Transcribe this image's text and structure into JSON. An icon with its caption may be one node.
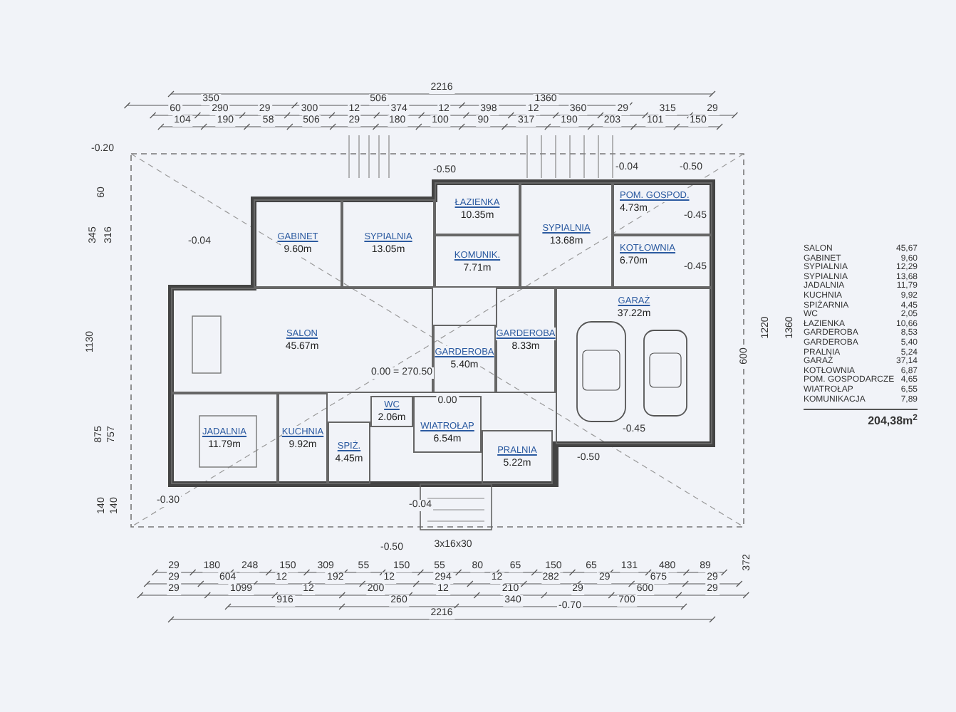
{
  "diagram": {
    "nodes": [
      {
        "text": [
          "GABINET",
          "9.60m"
        ]
      },
      {
        "text": [
          "SYPIALNIA",
          "13.05m"
        ]
      },
      {
        "text": [
          "ŁAZIENKA",
          "10.35m"
        ]
      },
      {
        "text": [
          "KOMUNIK.",
          "7.71m"
        ]
      },
      {
        "text": [
          "SYPIALNIA",
          "13.68m"
        ]
      },
      {
        "text": [
          "POM. GOSPOD.",
          "4.73m"
        ]
      },
      {
        "text": [
          "KOTŁOWNIA",
          "6.70m"
        ]
      },
      {
        "text": [
          "SALON",
          "45.67m"
        ]
      },
      {
        "text": [
          "GARDEROBA",
          "5.40m"
        ]
      },
      {
        "text": [
          "GARDEROBA",
          "8.33m"
        ]
      },
      {
        "text": [
          "GARAŻ",
          "37.22m"
        ]
      },
      {
        "text": [
          "JADALNIA",
          "11.79m"
        ]
      },
      {
        "text": [
          "KUCHNIA",
          "9.92m"
        ]
      },
      {
        "text": [
          "SPIŻ.",
          "4.45m"
        ]
      },
      {
        "text": [
          "WC",
          "2.06m"
        ]
      },
      {
        "text": [
          "WIATROŁAP",
          "6.54m"
        ]
      },
      {
        "text": [
          "PRALNIA",
          "5.22m"
        ]
      }
    ],
    "labels": [
      "2216",
      "350",
      "506",
      "1360",
      "60",
      "290",
      "29",
      "300",
      "12",
      "374",
      "12",
      "398",
      "12",
      "360",
      "29",
      "315",
      "29",
      "104",
      "190",
      "58",
      "506",
      "29",
      "180",
      "100",
      "90",
      "317",
      "190",
      "203",
      "101",
      "150",
      "-0.20",
      "-0.04",
      "-0.50",
      "-0.04",
      "-0.50",
      "-0.45",
      "-0.45",
      "0.00 = 270.50",
      "0.00",
      "-0.30",
      "-0.04",
      "-0.50",
      "3x16x30",
      "-0.45",
      "-0.50",
      "-0.70",
      "60",
      "345",
      "316",
      "1130",
      "875",
      "757",
      "140",
      "140",
      "600",
      "1220",
      "1360",
      "372",
      "29",
      "180",
      "248",
      "150",
      "309",
      "55",
      "150",
      "55",
      "80",
      "65",
      "150",
      "65",
      "131",
      "480",
      "89",
      "29",
      "604",
      "12",
      "192",
      "12",
      "294",
      "12",
      "282",
      "29",
      "675",
      "29",
      "29",
      "1099",
      "12",
      "200",
      "12",
      "210",
      "29",
      "600",
      "29",
      "916",
      "260",
      "340",
      "700",
      "2216",
      "SALON",
      "45,67",
      "GABINET",
      "9,60",
      "SYPIALNIA",
      "12,29",
      "SYPIALNIA",
      "13,68",
      "JADALNIA",
      "11,79",
      "KUCHNIA",
      "9,92",
      "SPIŻARNIA",
      "4,45",
      "WC",
      "2,05",
      "ŁAZIENKA",
      "10,66",
      "GARDEROBA",
      "8,53",
      "GARDEROBA",
      "5,40",
      "PRALNIA",
      "5,24",
      "GARAŻ",
      "37,14",
      "KOTŁOWNIA",
      "6,87",
      "POM. GOSPODARCZE",
      "4,65",
      "WIATROŁAP",
      "6,55",
      "KOMUNIKACJA",
      "7,89",
      "204,38m$^{2}$"
    ]
  }
}
